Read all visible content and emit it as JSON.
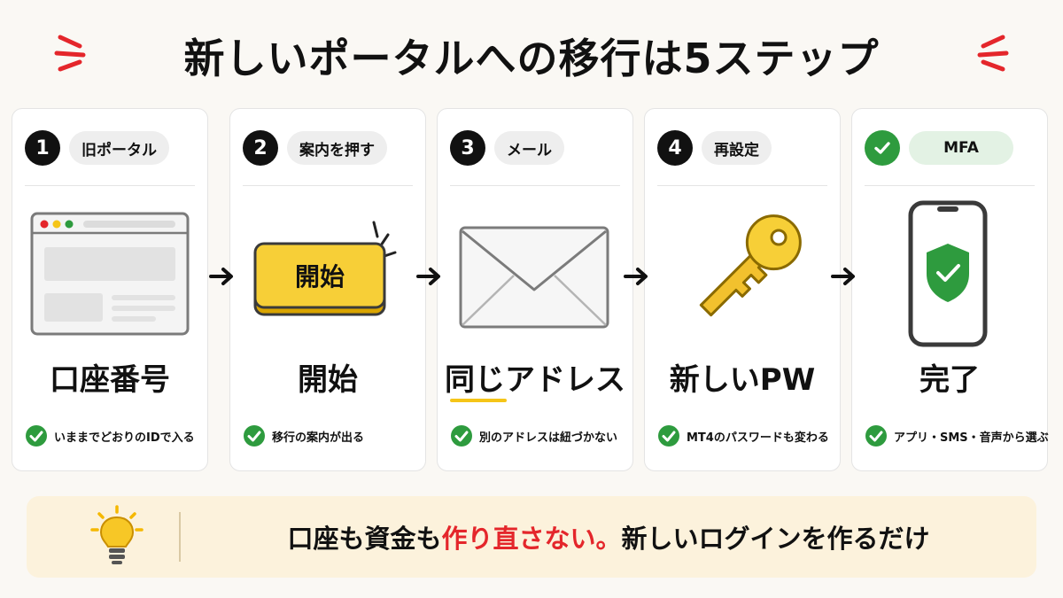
{
  "title": "新しいポータルへの移行は5ステップ",
  "steps": [
    {
      "number": "1",
      "tag": "旧ポータル",
      "label": "口座番号",
      "note": "いままでどおりのIDで入る",
      "illustration": "browser-window-icon"
    },
    {
      "number": "2",
      "tag": "案内を押す",
      "label": "開始",
      "button_text": "開始",
      "note": "移行の案内が出る",
      "illustration": "start-button-icon"
    },
    {
      "number": "3",
      "tag": "メール",
      "label": "同じアドレス",
      "note": "別のアドレスは紐づかない",
      "illustration": "envelope-icon"
    },
    {
      "number": "4",
      "tag": "再設定",
      "label": "新しいPW",
      "note": "MT4のパスワードも変わる",
      "illustration": "key-icon"
    },
    {
      "number": "",
      "tag": "MFA",
      "label": "完了",
      "note": "アプリ・SMS・音声から選ぶ",
      "illustration": "smartphone-shield-icon"
    }
  ],
  "banner": {
    "part1": "口座も資金も",
    "part2": "作り直さない。",
    "part3": "新しいログインを作るだけ"
  },
  "colors": {
    "accent_yellow": "#f5c518",
    "success_green": "#2e9b3e",
    "highlight_red": "#e4262b",
    "banner_bg": "#fcf2dc"
  },
  "icons": [
    "burst-icon",
    "check-circle-icon",
    "arrow-right-icon",
    "lightbulb-icon"
  ]
}
